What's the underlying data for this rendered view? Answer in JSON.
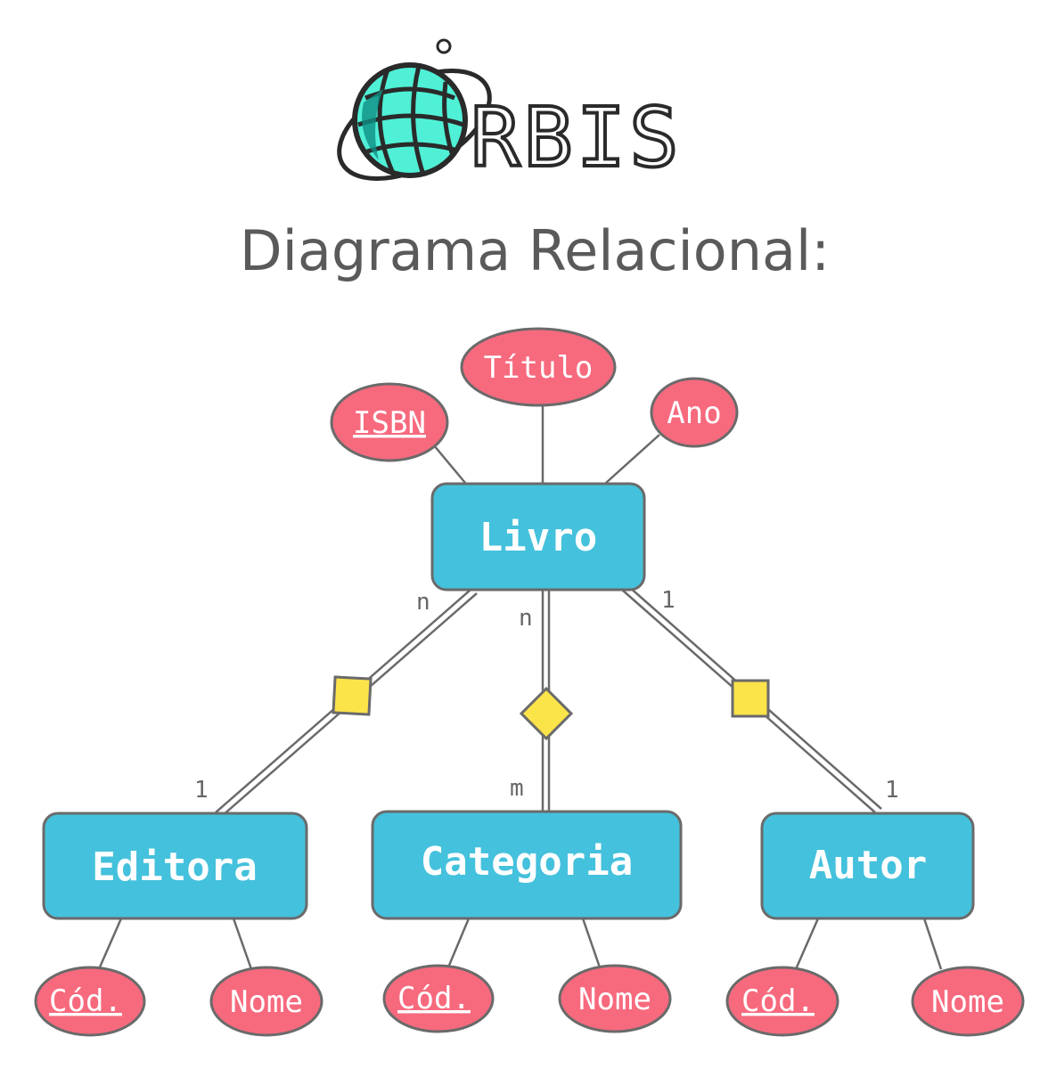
{
  "logo": {
    "text": "RBIS",
    "globe_color": "#4ff0d6",
    "globe_dark": "#0e8f84"
  },
  "title": "Diagrama Relacional:",
  "colors": {
    "entity": "#44c1dc",
    "attribute": "#f76a7e",
    "relationship": "#fbe34a",
    "stroke": "#6a6a6a"
  },
  "entities": {
    "livro": "Livro",
    "editora": "Editora",
    "categoria": "Categoria",
    "autor": "Autor"
  },
  "attributes": {
    "livro": {
      "isbn": "ISBN",
      "titulo": "Título",
      "ano": "Ano"
    },
    "editora": {
      "cod": "Cód.",
      "nome": "Nome"
    },
    "categoria": {
      "cod": "Cód.",
      "nome": "Nome"
    },
    "autor": {
      "cod": "Cód.",
      "nome": "Nome"
    }
  },
  "cardinalities": {
    "livro_editora": {
      "livro_side": "n",
      "editora_side": "1"
    },
    "livro_categoria": {
      "livro_side": "n",
      "categoria_side": "m"
    },
    "livro_autor": {
      "livro_side": "1",
      "autor_side": "1"
    }
  }
}
